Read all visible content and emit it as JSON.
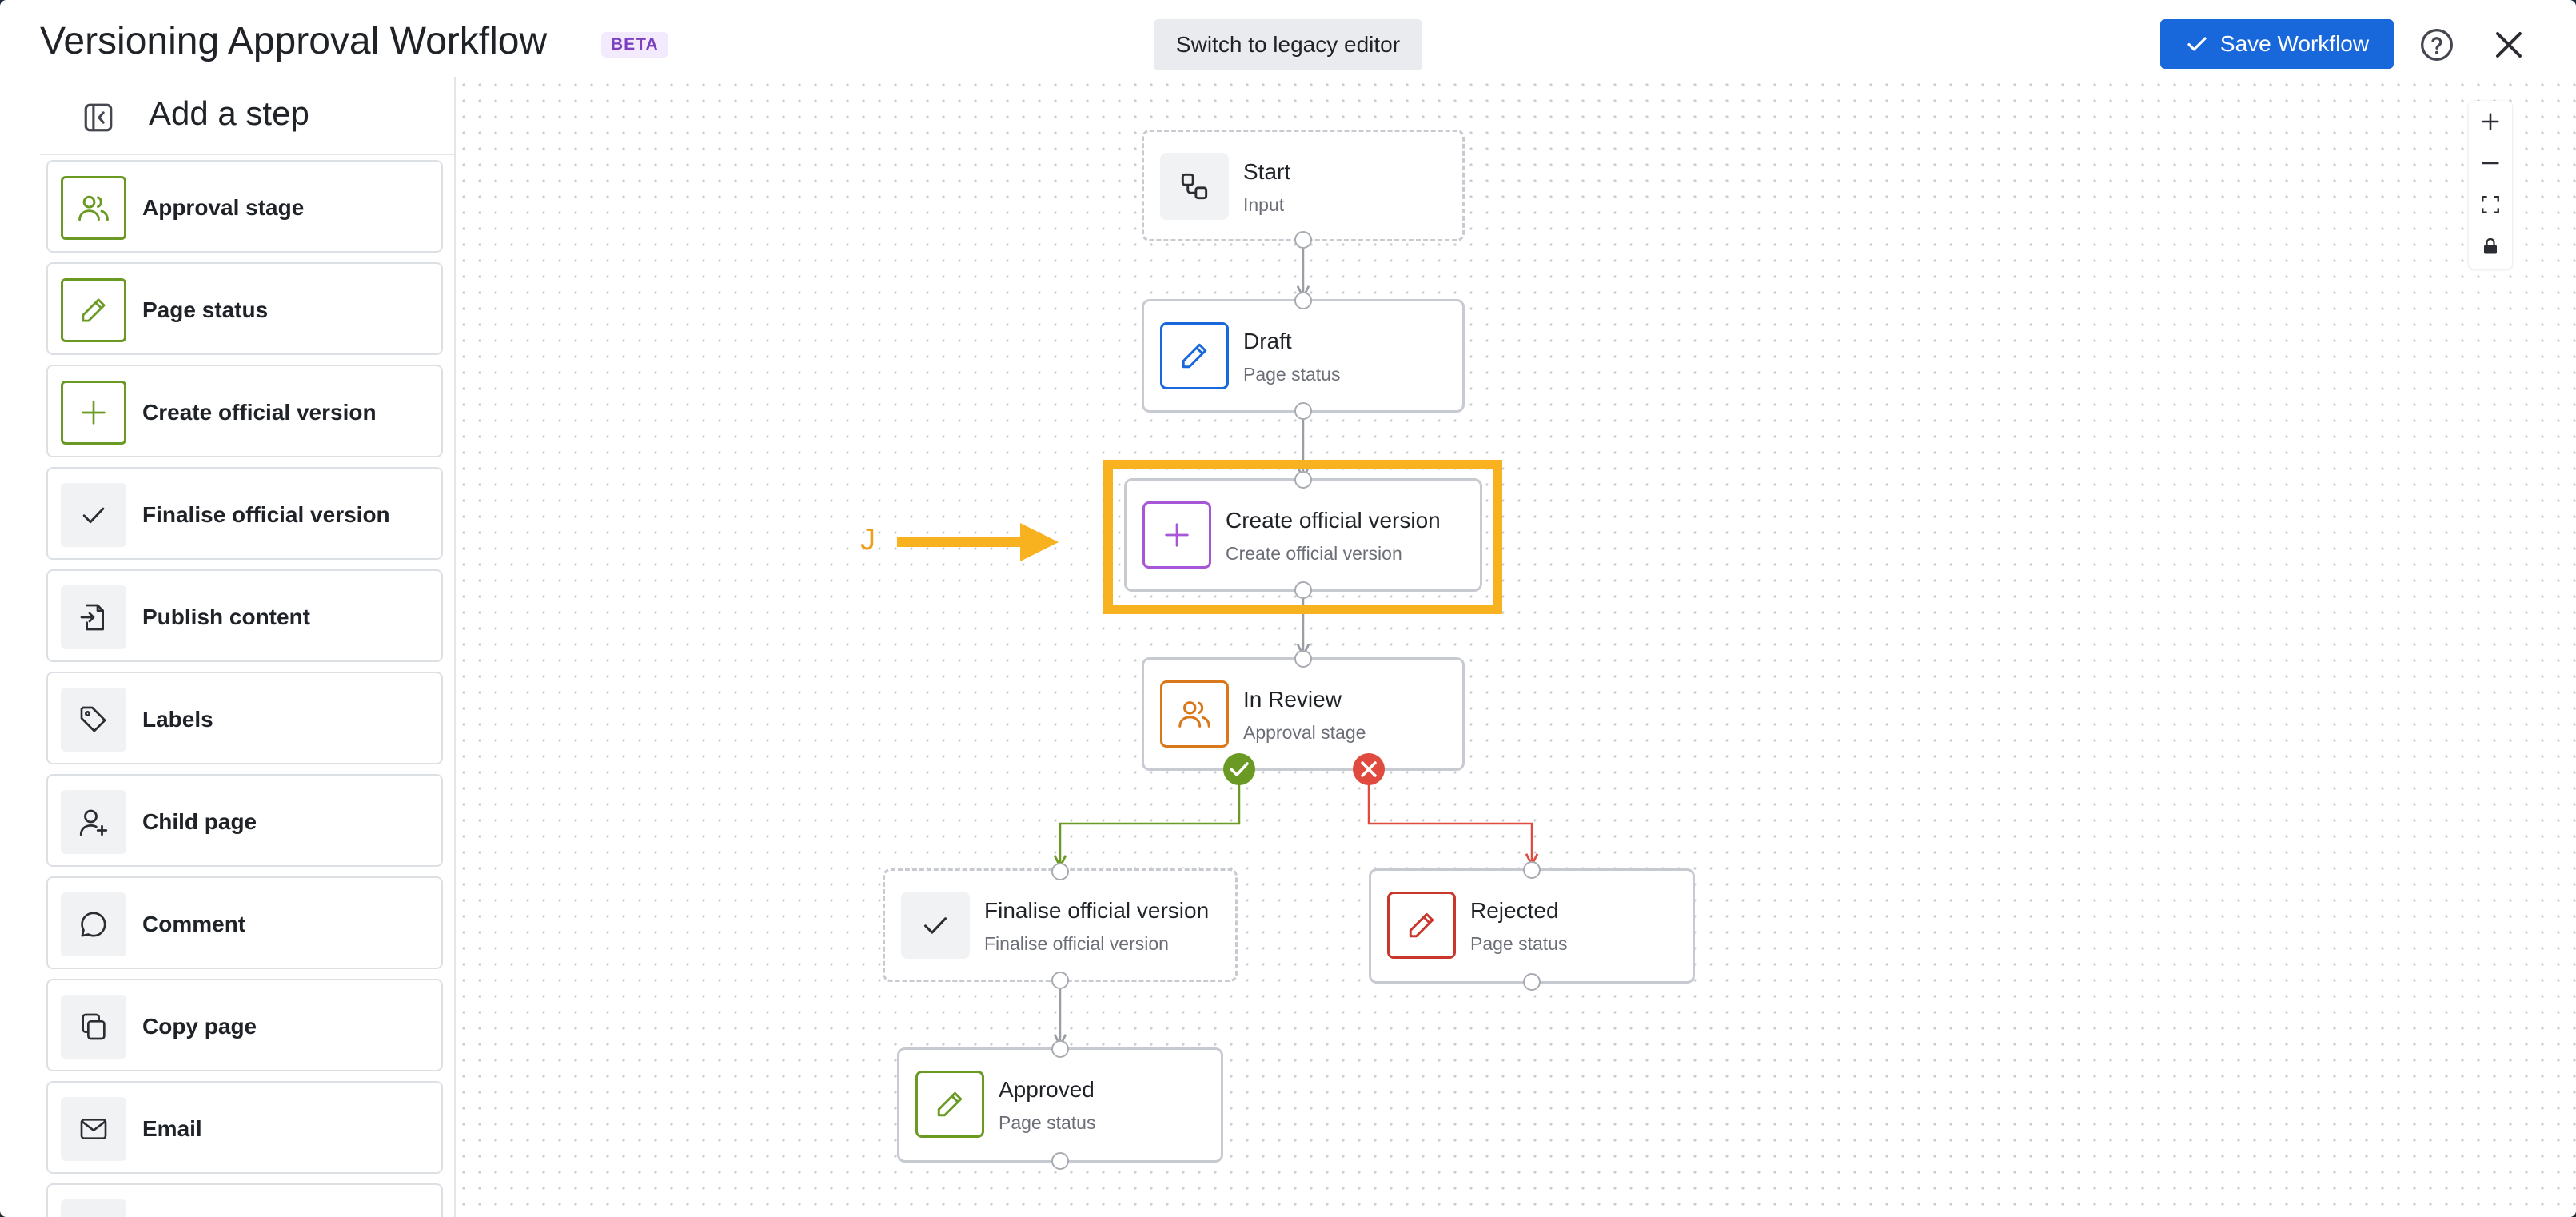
{
  "header": {
    "title": "Versioning Approval Workflow",
    "badge": "BETA",
    "legacy_button": "Switch to legacy editor",
    "save_button": "Save Workflow"
  },
  "sidebar": {
    "title": "Add a step",
    "items": [
      {
        "label": "Approval stage",
        "icon": "users-icon"
      },
      {
        "label": "Page status",
        "icon": "pencil-icon"
      },
      {
        "label": "Create official version",
        "icon": "plus-icon"
      },
      {
        "label": "Finalise official version",
        "icon": "check-icon"
      },
      {
        "label": "Publish content",
        "icon": "publish-icon"
      },
      {
        "label": "Labels",
        "icon": "tag-icon"
      },
      {
        "label": "Child page",
        "icon": "user-plus-icon"
      },
      {
        "label": "Comment",
        "icon": "comment-icon"
      },
      {
        "label": "Copy page",
        "icon": "copy-icon"
      },
      {
        "label": "Email",
        "icon": "mail-icon"
      }
    ]
  },
  "canvas": {
    "nodes": {
      "start": {
        "title": "Start",
        "subtitle": "Input"
      },
      "draft": {
        "title": "Draft",
        "subtitle": "Page status"
      },
      "create": {
        "title": "Create official version",
        "subtitle": "Create official version"
      },
      "review": {
        "title": "In Review",
        "subtitle": "Approval stage"
      },
      "finalise": {
        "title": "Finalise official version",
        "subtitle": "Finalise official version"
      },
      "rejected": {
        "title": "Rejected",
        "subtitle": "Page status"
      },
      "approved": {
        "title": "Approved",
        "subtitle": "Page status"
      }
    },
    "annotation_letter": "J"
  },
  "colors": {
    "primary": "#1868db",
    "highlight": "#f8b11f",
    "approve": "#6a9a23",
    "reject": "#e04a3f"
  }
}
